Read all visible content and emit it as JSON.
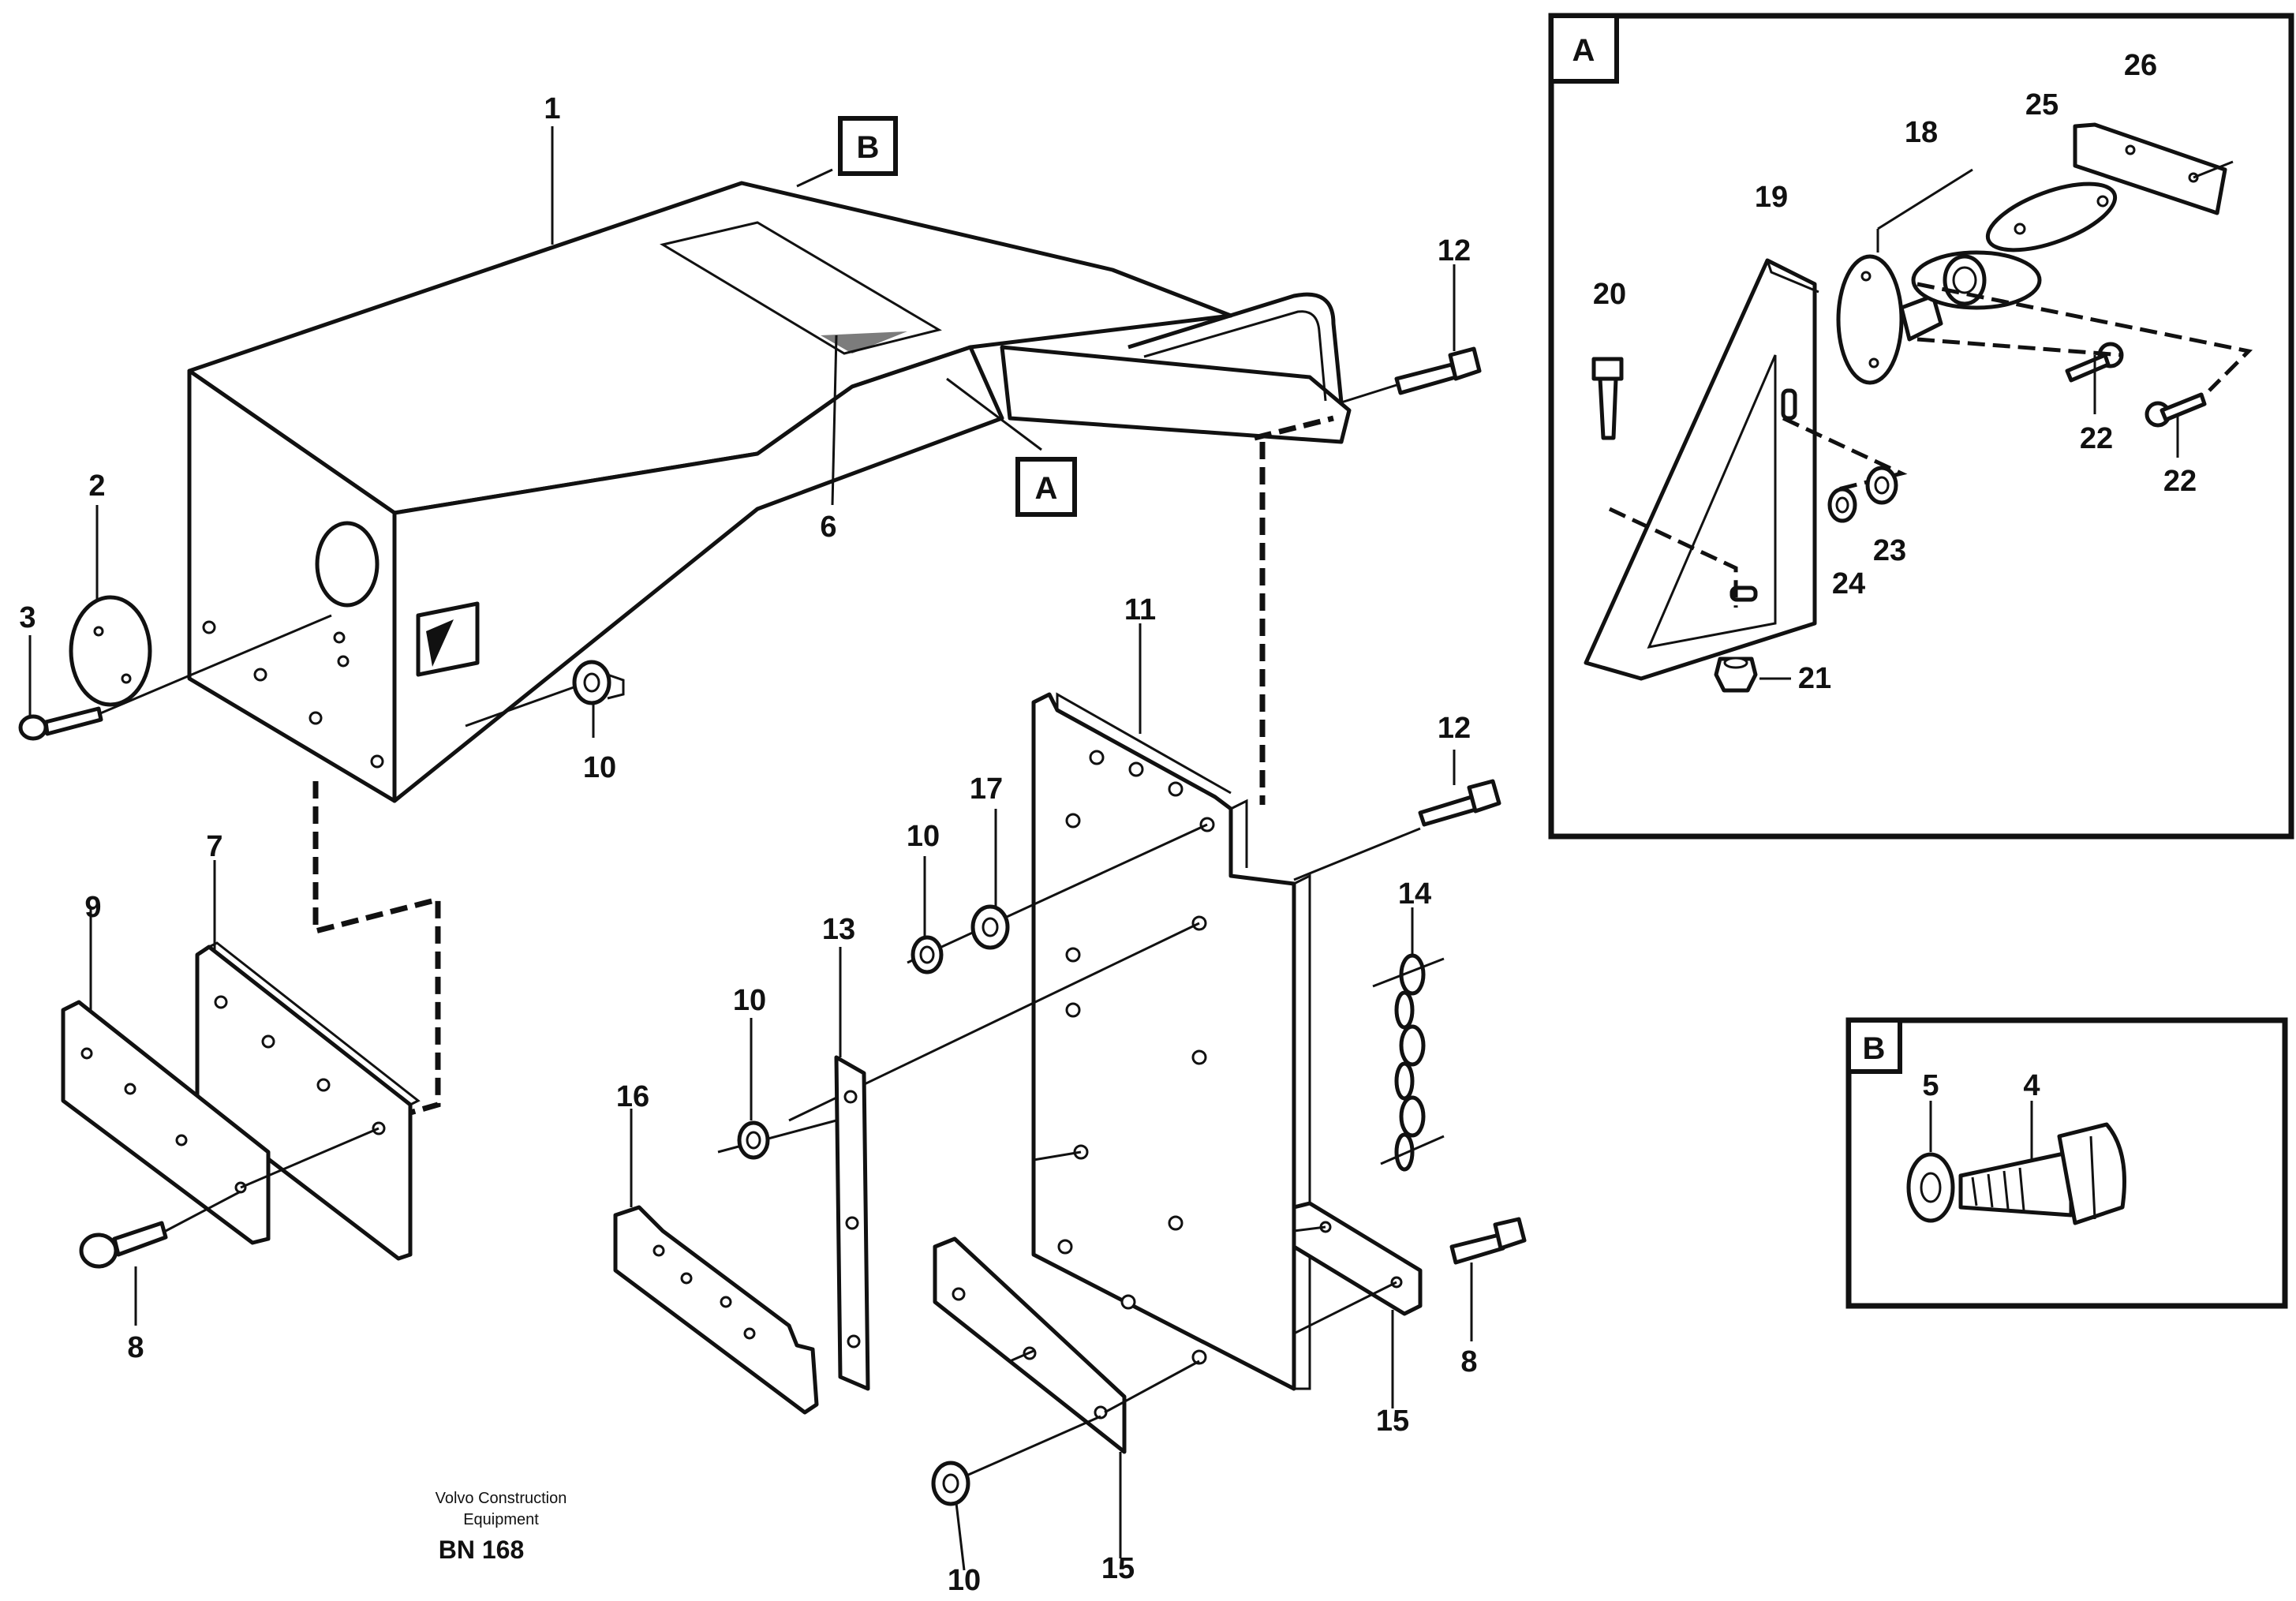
{
  "callouts": {
    "c1": "1",
    "c2": "2",
    "c3": "3",
    "c4": "4",
    "c5": "5",
    "c6": "6",
    "c7": "7",
    "c8a": "8",
    "c8b": "8",
    "c9": "9",
    "c10a": "10",
    "c10b": "10",
    "c10c": "10",
    "c10d": "10",
    "c11": "11",
    "c12a": "12",
    "c12b": "12",
    "c13": "13",
    "c14": "14",
    "c15a": "15",
    "c15b": "15",
    "c16": "16",
    "c17": "17",
    "c18": "18",
    "c19": "19",
    "c20": "20",
    "c21": "21",
    "c22a": "22",
    "c22b": "22",
    "c23": "23",
    "c24": "24",
    "c25": "25",
    "c26": "26"
  },
  "view_markers": {
    "b_main": "B",
    "a_main": "A",
    "a_detail": "A",
    "b_detail": "B"
  },
  "footer": {
    "company_line1": "Volvo Construction",
    "company_line2": "Equipment",
    "code": "BN 168"
  }
}
